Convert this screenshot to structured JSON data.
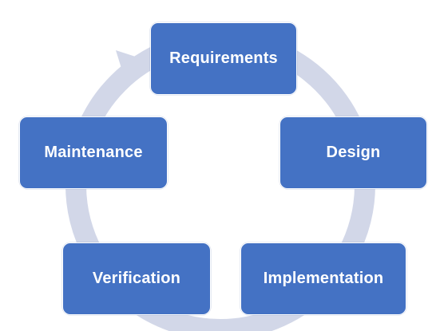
{
  "diagram": {
    "type": "cycle",
    "stages": [
      {
        "id": "requirements",
        "label": "Requirements"
      },
      {
        "id": "design",
        "label": "Design"
      },
      {
        "id": "implementation",
        "label": "Implementation"
      },
      {
        "id": "verification",
        "label": "Verification"
      },
      {
        "id": "maintenance",
        "label": "Maintenance"
      }
    ],
    "colors": {
      "box_fill": "#4472C4",
      "box_text": "#FFFFFF",
      "ring": "#D2D7E8",
      "background": "#FFFFFF"
    }
  }
}
